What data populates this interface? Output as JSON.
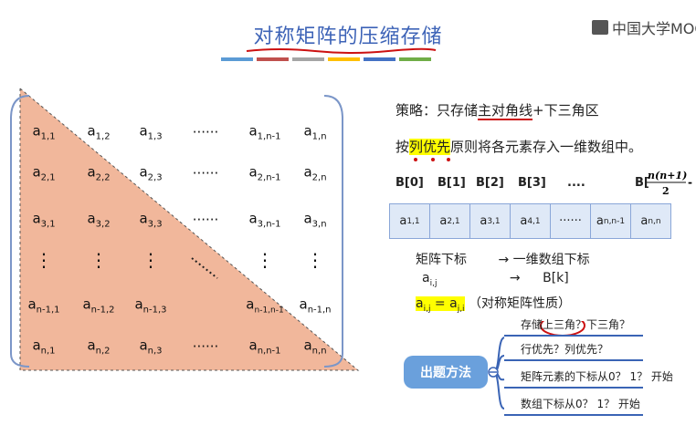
{
  "title": "对称矩阵的压缩存储",
  "watermark": "中国大学MOC",
  "colors": {
    "title": "#3d63b7",
    "triangle_fill": "#f1b79b",
    "bracket": "#7b96c8",
    "array_fill": "#dfe9f7",
    "array_border": "#8aa6d8",
    "mindmap_root": "#6aa0dc",
    "highlight": "#ffff00",
    "annotation_red": "#cc1111",
    "color_bar": [
      "#5b9bd5",
      "#c0504d",
      "#a5a5a5",
      "#ffc000",
      "#4472c4",
      "#70ad47"
    ]
  },
  "matrix": {
    "rows": [
      [
        [
          "a",
          "1,1"
        ],
        [
          "a",
          "1,2"
        ],
        [
          "a",
          "1,3"
        ],
        [
          "······",
          ""
        ],
        [
          "a",
          "1,n-1"
        ],
        [
          "a",
          "1,n"
        ]
      ],
      [
        [
          "a",
          "2,1"
        ],
        [
          "a",
          "2,2"
        ],
        [
          "a",
          "2,3"
        ],
        [
          "······",
          ""
        ],
        [
          "a",
          "2,n-1"
        ],
        [
          "a",
          "2,n"
        ]
      ],
      [
        [
          "a",
          "3,1"
        ],
        [
          "a",
          "3,2"
        ],
        [
          "a",
          "3,3"
        ],
        [
          "······",
          ""
        ],
        [
          "a",
          "3,n-1"
        ],
        [
          "a",
          "3,n"
        ]
      ],
      [
        [
          "⋮",
          ""
        ],
        [
          "⋮",
          ""
        ],
        [
          "⋮",
          ""
        ],
        [
          "⋱",
          ""
        ],
        [
          "⋮",
          ""
        ],
        [
          "⋮",
          ""
        ]
      ],
      [
        [
          "a",
          "n-1,1"
        ],
        [
          "a",
          "n-1,2"
        ],
        [
          "a",
          "n-1,3"
        ],
        [
          "",
          ""
        ],
        [
          "a",
          "n-1,n-1"
        ],
        [
          "a",
          "n-1,n"
        ]
      ],
      [
        [
          "a",
          "n,1"
        ],
        [
          "a",
          "n,2"
        ],
        [
          "a",
          "n,3"
        ],
        [
          "······",
          ""
        ],
        [
          "a",
          "n,n-1"
        ],
        [
          "a",
          "n,n"
        ]
      ]
    ]
  },
  "strategy": {
    "prefix": "策略：只存储",
    "diag": "主对角线",
    "suffix": "+下三角区"
  },
  "colfirst": {
    "prefix": "按",
    "hl": "列优先",
    "suffix": "原则将各元素存入一维数组中。"
  },
  "array": {
    "labels": [
      "B[0]",
      "B[1]",
      "B[2]",
      "B[3]",
      "....",
      "B["
    ],
    "cells": [
      [
        "a",
        "1,1"
      ],
      [
        "a",
        "2,1"
      ],
      [
        "a",
        "3,1"
      ],
      [
        "a",
        "4,1"
      ],
      [
        "······",
        ""
      ],
      [
        "a",
        "n,n-1"
      ],
      [
        "a",
        "n,n"
      ]
    ]
  },
  "mapping": {
    "left1": "矩阵下标",
    "arrow1": "→ 一维数组下标",
    "left2": "a",
    "left2_sub": "i,j",
    "arrow2": "→",
    "right2": "B[k]"
  },
  "property": {
    "eq_a": "a",
    "eq_a_sub": "i,j",
    "eq_mid": " = a",
    "eq_b_sub": "j,i",
    "note": "（对称矩阵性质）"
  },
  "mindmap": {
    "root": "出题方法",
    "items": [
      "存储上三角？下三角？",
      "行优先？列优先？",
      "矩阵元素的下标从0？ 1？ 开始",
      "数组下标从0？ 1？ 开始"
    ]
  }
}
